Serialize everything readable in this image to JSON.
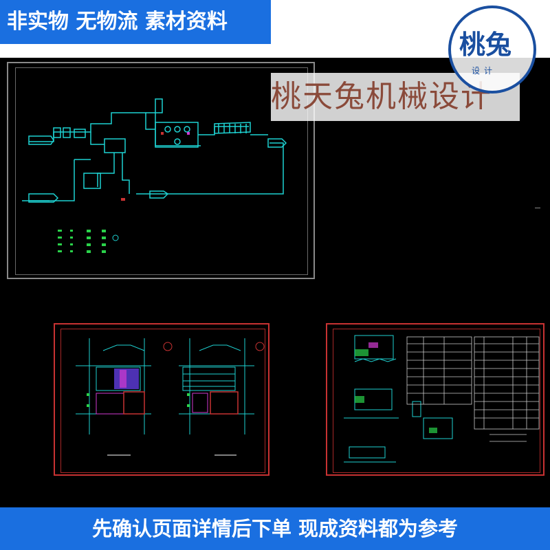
{
  "top_banner": {
    "text": "非实物 无物流 素材资料"
  },
  "bottom_banner": {
    "text": "先确认页面详情后下单 现成资料都为参考"
  },
  "watermark": {
    "text": "桃天兔机械设计"
  },
  "logo": {
    "text": "桃兔",
    "sub": "设计"
  },
  "colors": {
    "banner_blue": "#1a6fe0",
    "canvas_black": "#000000",
    "cad_cyan": "#1ed2d2",
    "cad_green": "#2ad24a",
    "cad_red": "#c83232",
    "cad_magenta": "#d23ad2"
  }
}
